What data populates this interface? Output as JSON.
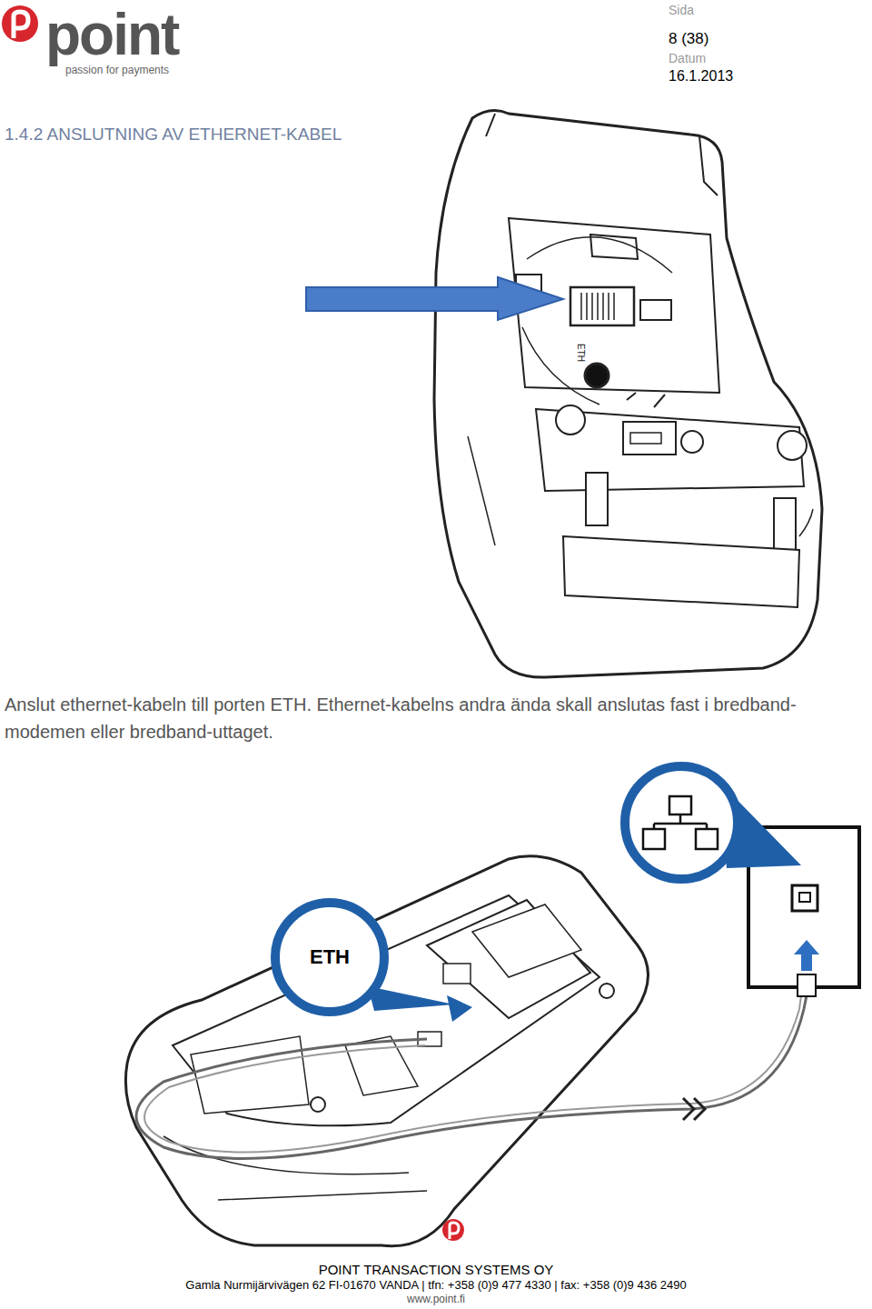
{
  "diagram": {
    "title": "1.4.2 ANSLUTNING AV ETHERNET-KABEL",
    "nodes": [
      {
        "text": [
          "ETH"
        ]
      }
    ],
    "labels": [
      "Sida",
      "8 (38)",
      "Datum",
      "16.1.2013",
      "point",
      "passion for payments",
      "ETH",
      "Anslut ethernet-kabeln till porten ETH. Ethernet-kabelns andra ända skall anslutas fast i bredband-modemen eller bredband-uttaget.",
      "POINT TRANSACTION SYSTEMS OY",
      "Gamla Nurmijärvivägen 62 FI-01670 VANDA | tfn: +358 (0)9 477 4330 | fax: +358 (0)9 436 2490",
      "www.point.fi"
    ]
  }
}
